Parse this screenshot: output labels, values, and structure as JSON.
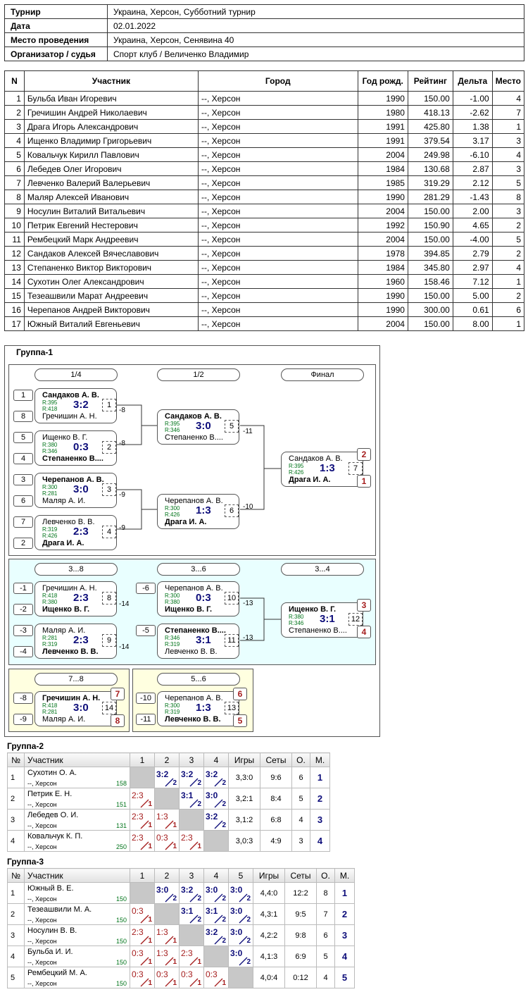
{
  "info": [
    {
      "k": "Турнир",
      "v": "Украина, Херсон, Субботний турнир"
    },
    {
      "k": "Дата",
      "v": "02.01.2022"
    },
    {
      "k": "Место проведения",
      "v": "Украина, Херсон, Сенявина 40"
    },
    {
      "k": "Организатор / судья",
      "v": "Спорт клуб / Величенко Владимир"
    }
  ],
  "participants": {
    "headers": [
      "N",
      "Участник",
      "Город",
      "Год рожд.",
      "Рейтинг",
      "Дельта",
      "Место"
    ],
    "rows": [
      [
        "1",
        "Бульба Иван Игоревич",
        "--, Херсон",
        "1990",
        "150.00",
        "-1.00",
        "4"
      ],
      [
        "2",
        "Гречишин Андрей Николаевич",
        "--, Херсон",
        "1980",
        "418.13",
        "-2.62",
        "7"
      ],
      [
        "3",
        "Драга Игорь Александрович",
        "--, Херсон",
        "1991",
        "425.80",
        "1.38",
        "1"
      ],
      [
        "4",
        "Ищенко Владимир Григорьевич",
        "--, Херсон",
        "1991",
        "379.54",
        "3.17",
        "3"
      ],
      [
        "5",
        "Ковальчук Кирилл Павлович",
        "--, Херсон",
        "2004",
        "249.98",
        "-6.10",
        "4"
      ],
      [
        "6",
        "Лебедев Олег Игорович",
        "--, Херсон",
        "1984",
        "130.68",
        "2.87",
        "3"
      ],
      [
        "7",
        "Левченко Валерий Валерьевич",
        "--, Херсон",
        "1985",
        "319.29",
        "2.12",
        "5"
      ],
      [
        "8",
        "Маляр Алексей Иванович",
        "--, Херсон",
        "1990",
        "281.29",
        "-1.43",
        "8"
      ],
      [
        "9",
        "Носулин Виталий Витальевич",
        "--, Херсон",
        "2004",
        "150.00",
        "2.00",
        "3"
      ],
      [
        "10",
        "Петрик Евгений Нестерович",
        "--, Херсон",
        "1992",
        "150.90",
        "4.65",
        "2"
      ],
      [
        "11",
        "Рембецкий Марк Андреевич",
        "--, Херсон",
        "2004",
        "150.00",
        "-4.00",
        "5"
      ],
      [
        "12",
        "Сандаков Алексей Вячеславович",
        "--, Херсон",
        "1978",
        "394.85",
        "2.79",
        "2"
      ],
      [
        "13",
        "Степаненко Виктор Викторович",
        "--, Херсон",
        "1984",
        "345.80",
        "2.97",
        "4"
      ],
      [
        "14",
        "Сухотин Олег Александрович",
        "--, Херсон",
        "1960",
        "158.46",
        "7.12",
        "1"
      ],
      [
        "15",
        "Тезеашвили Марат Андреевич",
        "--, Херсон",
        "1990",
        "150.00",
        "5.00",
        "2"
      ],
      [
        "16",
        "Черепанов Андрей Викторович",
        "--, Херсон",
        "1990",
        "300.00",
        "0.61",
        "6"
      ],
      [
        "17",
        "Южный Виталий Евгеньевич",
        "--, Херсон",
        "2004",
        "150.00",
        "8.00",
        "1"
      ]
    ]
  },
  "group1": {
    "title": "Группа-1",
    "rounds": [
      "1/4",
      "1/2",
      "Финал",
      "3...8",
      "3...6",
      "3...4",
      "7...8",
      "5...6"
    ],
    "seeds": [
      "1",
      "8",
      "5",
      "4",
      "3",
      "6",
      "7",
      "2",
      "-1",
      "-2",
      "-3",
      "-4",
      "-6",
      "-5",
      "-8",
      "-9",
      "-10",
      "-11"
    ],
    "losses": [
      "-8",
      "-8",
      "-9",
      "-9",
      "-11",
      "-10",
      "-14",
      "-14",
      "-13",
      "-13"
    ],
    "matches": [
      {
        "p1": "Сандаков А. В.",
        "p2": "Гречишин А. Н.",
        "r1": "R:395",
        "r2": "R:418",
        "score": "3:2",
        "num": "1"
      },
      {
        "p1": "Ищенко В. Г.",
        "p2": "Степаненко В....",
        "r1": "R:380",
        "r2": "R:346",
        "score": "0:3",
        "num": "2"
      },
      {
        "p1": "Черепанов А. В.",
        "p2": "Маляр А. И.",
        "r1": "R:300",
        "r2": "R:281",
        "score": "3:0",
        "num": "3"
      },
      {
        "p1": "Левченко В. В.",
        "p2": "Драга И. А.",
        "r1": "R:319",
        "r2": "R:426",
        "score": "2:3",
        "num": "4"
      },
      {
        "p1": "Сандаков А. В.",
        "p2": "Степаненко В....",
        "r1": "R:395",
        "r2": "R:346",
        "score": "3:0",
        "num": "5"
      },
      {
        "p1": "Черепанов А. В.",
        "p2": "Драга И. А.",
        "r1": "R:300",
        "r2": "R:426",
        "score": "1:3",
        "num": "6"
      },
      {
        "p1": "Сандаков А. В.",
        "p2": "Драга И. А.",
        "r1": "R:395",
        "r2": "R:426",
        "score": "1:3",
        "num": "7",
        "pl1": "2",
        "pl2": "1"
      },
      {
        "p1": "Гречишин А. Н.",
        "p2": "Ищенко В. Г.",
        "r1": "R:418",
        "r2": "R:380",
        "score": "2:3",
        "num": "8"
      },
      {
        "p1": "Маляр А. И.",
        "p2": "Левченко В. В.",
        "r1": "R:281",
        "r2": "R:319",
        "score": "2:3",
        "num": "9"
      },
      {
        "p1": "Черепанов А. В.",
        "p2": "Ищенко В. Г.",
        "r1": "R:300",
        "r2": "R:380",
        "score": "0:3",
        "num": "10"
      },
      {
        "p1": "Степаненко В....",
        "p2": "Левченко В. В.",
        "r1": "R:346",
        "r2": "R:319",
        "score": "3:1",
        "num": "11"
      },
      {
        "p1": "Ищенко В. Г.",
        "p2": "Степаненко В....",
        "r1": "R:380",
        "r2": "R:346",
        "score": "3:1",
        "num": "12",
        "pl1": "3",
        "pl2": "4"
      },
      {
        "p1": "Гречишин А. Н.",
        "p2": "Маляр А. И.",
        "r1": "R:418",
        "r2": "R:281",
        "score": "3:0",
        "num": "14",
        "pl1": "7",
        "pl2": "8"
      },
      {
        "p1": "Черепанов А. В.",
        "p2": "Левченко В. В.",
        "r1": "R:300",
        "r2": "R:319",
        "score": "1:3",
        "num": "13",
        "pl1": "6",
        "pl2": "5"
      }
    ]
  },
  "group2": {
    "title": "Группа-2",
    "headers": [
      "№",
      "Участник",
      "1",
      "2",
      "3",
      "4",
      "Игры",
      "Сеты",
      "О.",
      "М."
    ],
    "rows": [
      {
        "n": "1",
        "name": "Сухотин О. А.",
        "city": "--, Херсон",
        "rating": "158",
        "cells": [
          null,
          [
            "3:2",
            "2"
          ],
          [
            "3:2",
            "2"
          ],
          [
            "3:2",
            "2"
          ]
        ],
        "games": "3,3:0",
        "sets": "9:6",
        "o": "6",
        "m": "1"
      },
      {
        "n": "2",
        "name": "Петрик Е. Н.",
        "city": "--, Херсон",
        "rating": "151",
        "cells": [
          [
            "2:3",
            "1"
          ],
          null,
          [
            "3:1",
            "2"
          ],
          [
            "3:0",
            "2"
          ]
        ],
        "games": "3,2:1",
        "sets": "8:4",
        "o": "5",
        "m": "2"
      },
      {
        "n": "3",
        "name": "Лебедев О. И.",
        "city": "--, Херсон",
        "rating": "131",
        "cells": [
          [
            "2:3",
            "1"
          ],
          [
            "1:3",
            "1"
          ],
          null,
          [
            "3:2",
            "2"
          ]
        ],
        "games": "3,1:2",
        "sets": "6:8",
        "o": "4",
        "m": "3"
      },
      {
        "n": "4",
        "name": "Ковальчук К. П.",
        "city": "--, Херсон",
        "rating": "250",
        "cells": [
          [
            "2:3",
            "1"
          ],
          [
            "0:3",
            "1"
          ],
          [
            "2:3",
            "1"
          ],
          null
        ],
        "games": "3,0:3",
        "sets": "4:9",
        "o": "3",
        "m": "4"
      }
    ]
  },
  "group3": {
    "title": "Группа-3",
    "headers": [
      "№",
      "Участник",
      "1",
      "2",
      "3",
      "4",
      "5",
      "Игры",
      "Сеты",
      "О.",
      "М."
    ],
    "rows": [
      {
        "n": "1",
        "name": "Южный В. Е.",
        "city": "--, Херсон",
        "rating": "150",
        "cells": [
          null,
          [
            "3:0",
            "2"
          ],
          [
            "3:2",
            "2"
          ],
          [
            "3:0",
            "2"
          ],
          [
            "3:0",
            "2"
          ]
        ],
        "games": "4,4:0",
        "sets": "12:2",
        "o": "8",
        "m": "1"
      },
      {
        "n": "2",
        "name": "Тезеашвили М. А.",
        "city": "--, Херсон",
        "rating": "150",
        "cells": [
          [
            "0:3",
            "1"
          ],
          null,
          [
            "3:1",
            "2"
          ],
          [
            "3:1",
            "2"
          ],
          [
            "3:0",
            "2"
          ]
        ],
        "games": "4,3:1",
        "sets": "9:5",
        "o": "7",
        "m": "2"
      },
      {
        "n": "3",
        "name": "Носулин В. В.",
        "city": "--, Херсон",
        "rating": "150",
        "cells": [
          [
            "2:3",
            "1"
          ],
          [
            "1:3",
            "1"
          ],
          null,
          [
            "3:2",
            "2"
          ],
          [
            "3:0",
            "2"
          ]
        ],
        "games": "4,2:2",
        "sets": "9:8",
        "o": "6",
        "m": "3"
      },
      {
        "n": "4",
        "name": "Бульба И. И.",
        "city": "--, Херсон",
        "rating": "150",
        "cells": [
          [
            "0:3",
            "1"
          ],
          [
            "1:3",
            "1"
          ],
          [
            "2:3",
            "1"
          ],
          null,
          [
            "3:0",
            "2"
          ]
        ],
        "games": "4,1:3",
        "sets": "6:9",
        "o": "5",
        "m": "4"
      },
      {
        "n": "5",
        "name": "Рембецкий М. А.",
        "city": "--, Херсон",
        "rating": "150",
        "cells": [
          [
            "0:3",
            "1"
          ],
          [
            "0:3",
            "1"
          ],
          [
            "0:3",
            "1"
          ],
          [
            "0:3",
            "1"
          ],
          null
        ],
        "games": "4,0:4",
        "sets": "0:12",
        "o": "4",
        "m": "5"
      }
    ]
  }
}
